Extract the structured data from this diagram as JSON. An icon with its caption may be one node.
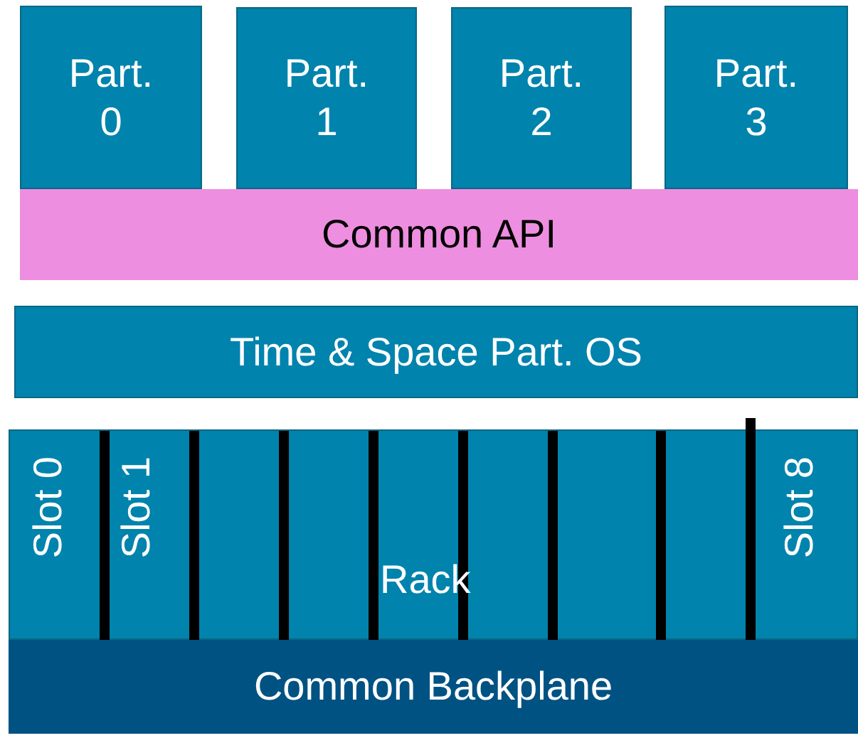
{
  "diagram": {
    "nodes": [
      {
        "text": [
          "Part. 0"
        ]
      },
      {
        "text": [
          "Part. 1"
        ]
      },
      {
        "text": [
          "Part. 2"
        ]
      },
      {
        "text": [
          "Part. 3"
        ]
      },
      {
        "text": [
          "Common API"
        ]
      },
      {
        "text": [
          "Time & Space Part. OS"
        ]
      },
      {
        "text": [
          "Rack"
        ]
      },
      {
        "text": [
          "Common Backplane"
        ]
      }
    ],
    "edges": [],
    "labels": [
      "Slot 0",
      "Slot 1",
      "Slot 8"
    ]
  }
}
